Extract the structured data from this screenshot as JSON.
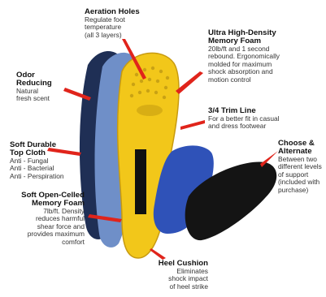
{
  "callouts": {
    "aeration": {
      "title": "Aeration Holes",
      "desc": "Regulate foot\ntemperature\n(all 3 layers)"
    },
    "foam": {
      "title": "Ultra High-Density\nMemory Foam",
      "desc": "20lb/ft and 1 second\nrebound. Ergonomically\nmolded for maximum\nshock absorption and\nmotion control"
    },
    "odor": {
      "title": "Odor\nReducing",
      "desc": "Natural\nfresh scent"
    },
    "trim": {
      "title": "3/4 Trim Line",
      "desc": "For a better fit in casual\nand dress footwear"
    },
    "topcloth": {
      "title": "Soft Durable\nTop Cloth",
      "desc": "Anti - Fungal\nAnti - Bacterial\nAnti - Perspiration"
    },
    "alternate": {
      "title": "Choose &\nAlternate",
      "desc": "Between two\ndifferent levels\nof support\n(included with\npurchase)"
    },
    "opencell": {
      "title": "Soft Open-Celled\nMemory Foam",
      "desc": "7lb/ft. Density\nreduces harmful\nshear force and\nprovides maximum\ncomfort"
    },
    "heel": {
      "title": "Heel Cushion",
      "desc": "Eliminates\nshock impact\nof heel strike"
    }
  },
  "colors": {
    "pointer": "#e0241b",
    "yellow": "#f2c71a",
    "blue": "#2f52b8",
    "navy": "#1f2f55",
    "black": "#141414"
  }
}
